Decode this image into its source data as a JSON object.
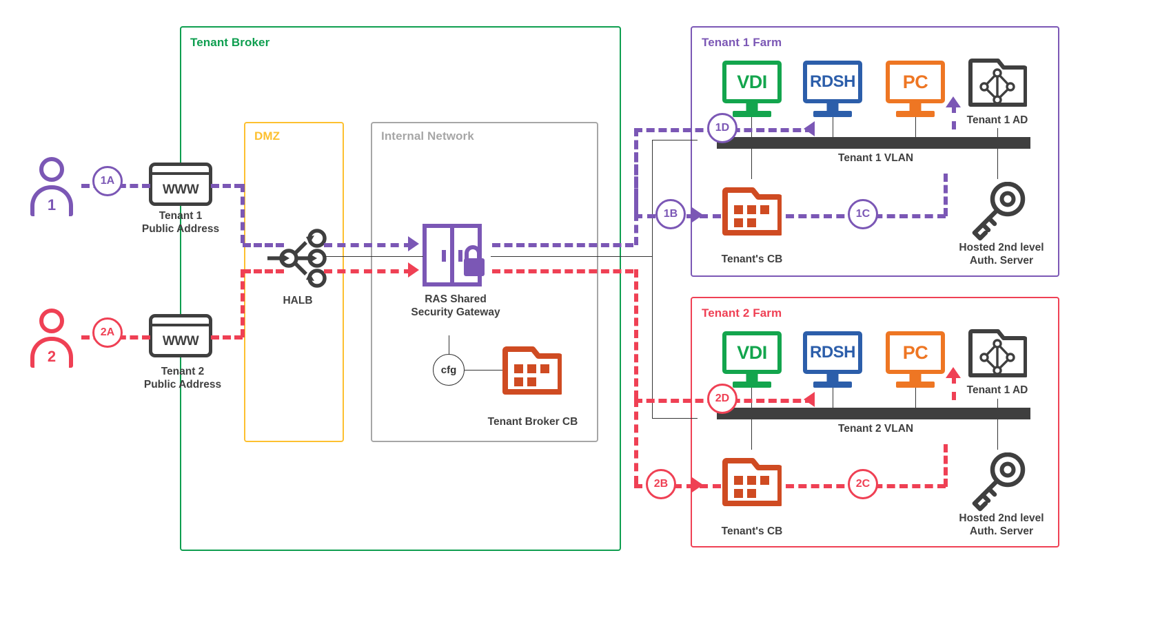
{
  "colors": {
    "tenant1": "#7B57B5",
    "tenant2": "#EF4054",
    "broker_green": "#0E9E4F",
    "dmz_yellow": "#FDC02F",
    "internal_gray": "#A6A6A6",
    "dark": "#3F3F3F",
    "vdi_green": "#13A54D",
    "rdsh_blue": "#2C5EAA",
    "pc_orange": "#EE7623",
    "cb_orange": "#CF4B22"
  },
  "zones": {
    "tenant_broker": {
      "title": "Tenant Broker"
    },
    "dmz": {
      "title": "DMZ"
    },
    "internal_network": {
      "title": "Internal Network"
    },
    "tenant1_farm": {
      "title": "Tenant 1 Farm"
    },
    "tenant2_farm": {
      "title": "Tenant 2 Farm"
    }
  },
  "users": [
    {
      "id": "1",
      "number": "1",
      "step": "1A",
      "www": "WWW",
      "caption": "Tenant 1\nPublic Address"
    },
    {
      "id": "2",
      "number": "2",
      "step": "2A",
      "www": "WWW",
      "caption": "Tenant 2\nPublic Address"
    }
  ],
  "broker": {
    "halb_label": "HALB",
    "gateway_label": "RAS Shared\nSecurity Gateway",
    "cfg_label": "cfg",
    "broker_cb_label": "Tenant Broker CB",
    "broker_cb_label_plain": "Tenant Broker ",
    "broker_cb_label_bold": "CB"
  },
  "farms": [
    {
      "id": "tenant1",
      "title": "Tenant 1 Farm",
      "vlan_label": "Tenant 1 VLAN",
      "machines": [
        {
          "name": "VDI",
          "label": "VDI"
        },
        {
          "name": "RDSH",
          "label": "RDSH"
        },
        {
          "name": "PC",
          "label": "PC"
        }
      ],
      "ad_label": "Tenant 1 AD",
      "cb_label_plain": "Tenant's ",
      "cb_label_bold": "CB",
      "auth_label": "Hosted 2nd level\nAuth. Server",
      "steps": [
        "1B",
        "1C",
        "1D"
      ]
    },
    {
      "id": "tenant2",
      "title": "Tenant 2 Farm",
      "vlan_label": "Tenant 2 VLAN",
      "machines": [
        {
          "name": "VDI",
          "label": "VDI"
        },
        {
          "name": "RDSH",
          "label": "RDSH"
        },
        {
          "name": "PC",
          "label": "PC"
        }
      ],
      "ad_label": "Tenant 1 AD",
      "cb_label_plain": "Tenant's ",
      "cb_label_bold": "CB",
      "auth_label": "Hosted 2nd level\nAuth. Server",
      "steps": [
        "2B",
        "2C",
        "2D"
      ]
    }
  ],
  "icons": {
    "person": "person-icon",
    "www": "browser-window-icon",
    "halb": "load-balancer-icon",
    "gateway": "security-gateway-lock-icon",
    "folder_cb": "connection-broker-folder-icon",
    "ad": "active-directory-folder-icon",
    "key": "key-icon",
    "monitor": "monitor-icon"
  }
}
